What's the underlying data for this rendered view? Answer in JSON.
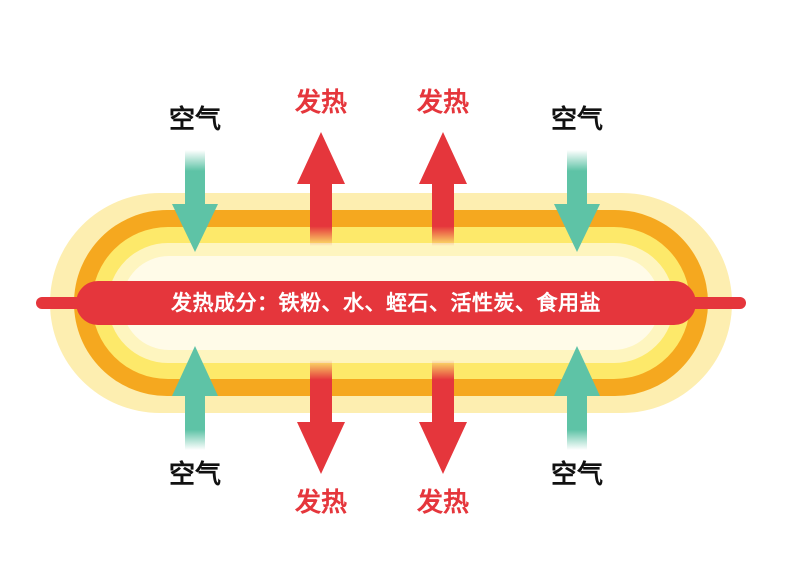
{
  "labels": {
    "air": "空气",
    "heat": "发热",
    "ingredients": "发热成分：铁粉、水、蛭石、活性炭、食用盐"
  },
  "colors": {
    "outer_glow": "#fdeeb0",
    "orange_band": "#f5a81f",
    "yellow_band": "#fde96a",
    "inner_light": "#fef5bf",
    "core": "#fffbe8",
    "red": "#e5363c",
    "teal": "#5ec3a6"
  }
}
